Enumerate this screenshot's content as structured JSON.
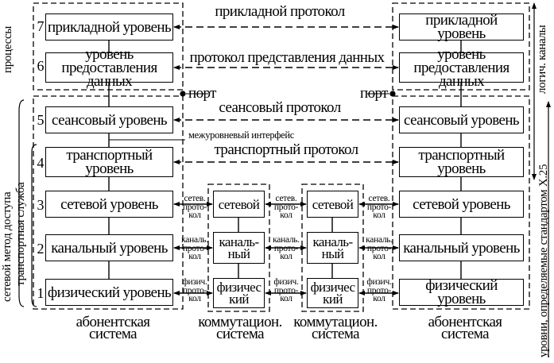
{
  "left_system": {
    "layers": [
      {
        "number": "7",
        "name": "прикладной уровень"
      },
      {
        "number": "6",
        "name": "уровень предоставления данных"
      },
      {
        "number": "5",
        "name": "сеансовый уровень"
      },
      {
        "number": "4",
        "name": "транспортный уровень"
      },
      {
        "number": "3",
        "name": "сетевой уровень"
      },
      {
        "number": "2",
        "name": "канальный уровень"
      },
      {
        "number": "1",
        "name": "физический уровень"
      }
    ],
    "caption": "абонентская\nсистема"
  },
  "right_system": {
    "layers": [
      {
        "name": "прикладной уровень"
      },
      {
        "name": "уровень предоставления данных"
      },
      {
        "name": "сеансовый уровень"
      },
      {
        "name": "транспортный уровень"
      },
      {
        "name": "сетевой уровень"
      },
      {
        "name": "канальный уровень"
      },
      {
        "name": "физический уровень"
      }
    ],
    "caption": "абонентская\nсистема"
  },
  "switching_systems": [
    {
      "layers": [
        "сетевой",
        "каналь-\nный",
        "физичес\nкий"
      ],
      "caption": "коммутацион.\nсистема"
    },
    {
      "layers": [
        "сетевой",
        "каналь-\nный",
        "физичес\nкий"
      ],
      "caption": "коммутацион.\nсистема"
    }
  ],
  "protocols": {
    "application": "прикладной протокол",
    "presentation": "протокол представления данных",
    "session": "сеансовый протокол",
    "transport": "транспортный протокол"
  },
  "hop_labels": {
    "network": "сетев.\nпрото-\nкол",
    "link": "каналь.\nпрото-\nкол",
    "physical": "физич.\nпрото-\nкол"
  },
  "port_left": "порт",
  "port_right": "порт",
  "interface_label": "межуровневый интерфейс",
  "side_labels": {
    "processes": "процессы",
    "network_access": "сетевой метод доступа",
    "transport_service": "транспортная служба",
    "logical_channels": "логич. каналы",
    "x25_levels": "уровни, определяемые стандартом X.25"
  },
  "icons": {
    "arrow": "arrowhead-icon",
    "port": "port-dot-icon"
  }
}
